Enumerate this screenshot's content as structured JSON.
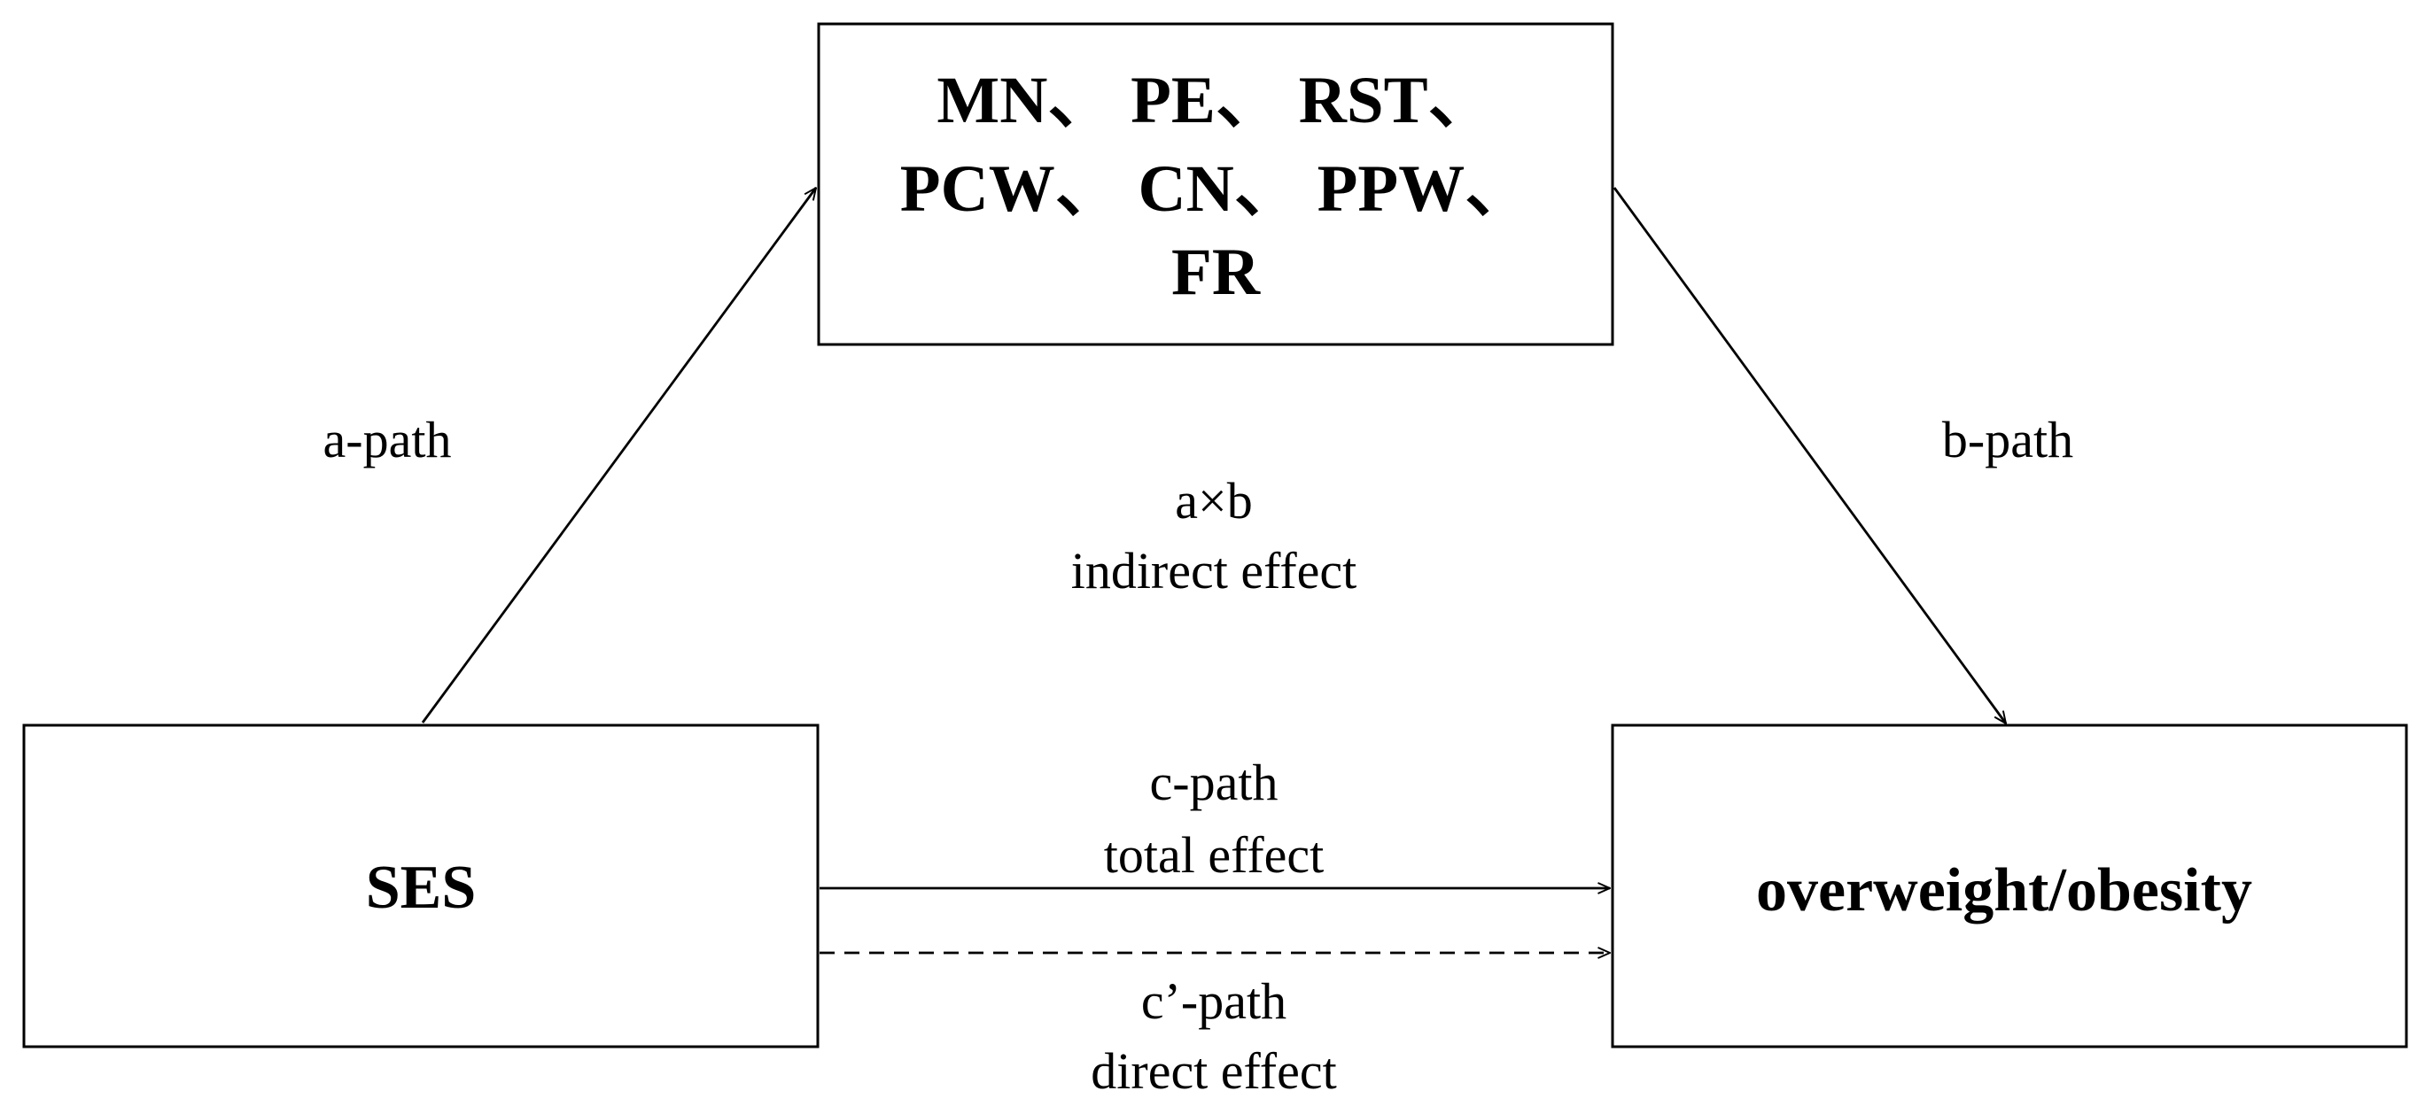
{
  "nodes": {
    "mediator": {
      "lines": [
        "MN、 PE、 RST、",
        "PCW、 CN、 PPW、",
        "FR"
      ]
    },
    "independent": {
      "label": "SES"
    },
    "dependent": {
      "label": "overweight/obesity"
    }
  },
  "paths": {
    "a": {
      "label": "a-path"
    },
    "b": {
      "label": "b-path"
    },
    "indirect": {
      "line1": "a×b",
      "line2": "indirect effect"
    },
    "total": {
      "line1": "c-path",
      "line2": "total effect"
    },
    "direct": {
      "line1": "c’-path",
      "line2": "direct effect"
    }
  },
  "colors": {
    "stroke": "#000000",
    "background": "#ffffff"
  }
}
